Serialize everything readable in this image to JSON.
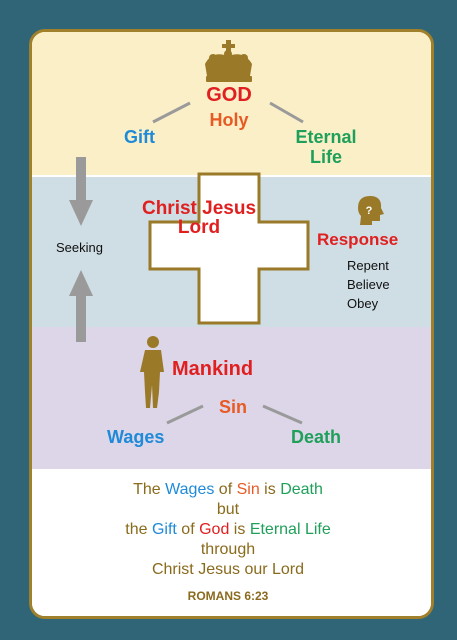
{
  "colors": {
    "background": "#2f6577",
    "frame": "#a0802a",
    "gold": "#8a6a1c",
    "red": "#e02020",
    "orange": "#e85a24",
    "blue": "#1e8ad8",
    "green": "#1fa05a",
    "gray": "#9a9a9a"
  },
  "top": {
    "god": "GOD",
    "holy": "Holy",
    "gift": "Gift",
    "eternal_line1": "Eternal",
    "eternal_line2": "Life"
  },
  "middle": {
    "seeking": "Seeking",
    "cross_line1": "Christ Jesus",
    "cross_line2": "Lord",
    "response": "Response",
    "actions": [
      "Repent",
      "Believe",
      "Obey"
    ]
  },
  "lower": {
    "mankind": "Mankind",
    "sin": "Sin",
    "wages": "Wages",
    "death": "Death"
  },
  "verse": {
    "line1": {
      "a": "The",
      "b": "Wages",
      "c": "of",
      "d": "Sin",
      "e": "is",
      "f": "Death"
    },
    "line2": "but",
    "line3": {
      "a": "the",
      "b": "Gift",
      "c": "of",
      "d": "God",
      "e": "is",
      "f": "Eternal Life"
    },
    "line4": "through",
    "line5": "Christ Jesus our Lord",
    "reference": "ROMANS 6:23"
  },
  "icons": [
    "crown-icon",
    "head-question-icon",
    "man-silhouette-icon",
    "arrow-down-icon",
    "arrow-up-icon",
    "cross-icon"
  ]
}
